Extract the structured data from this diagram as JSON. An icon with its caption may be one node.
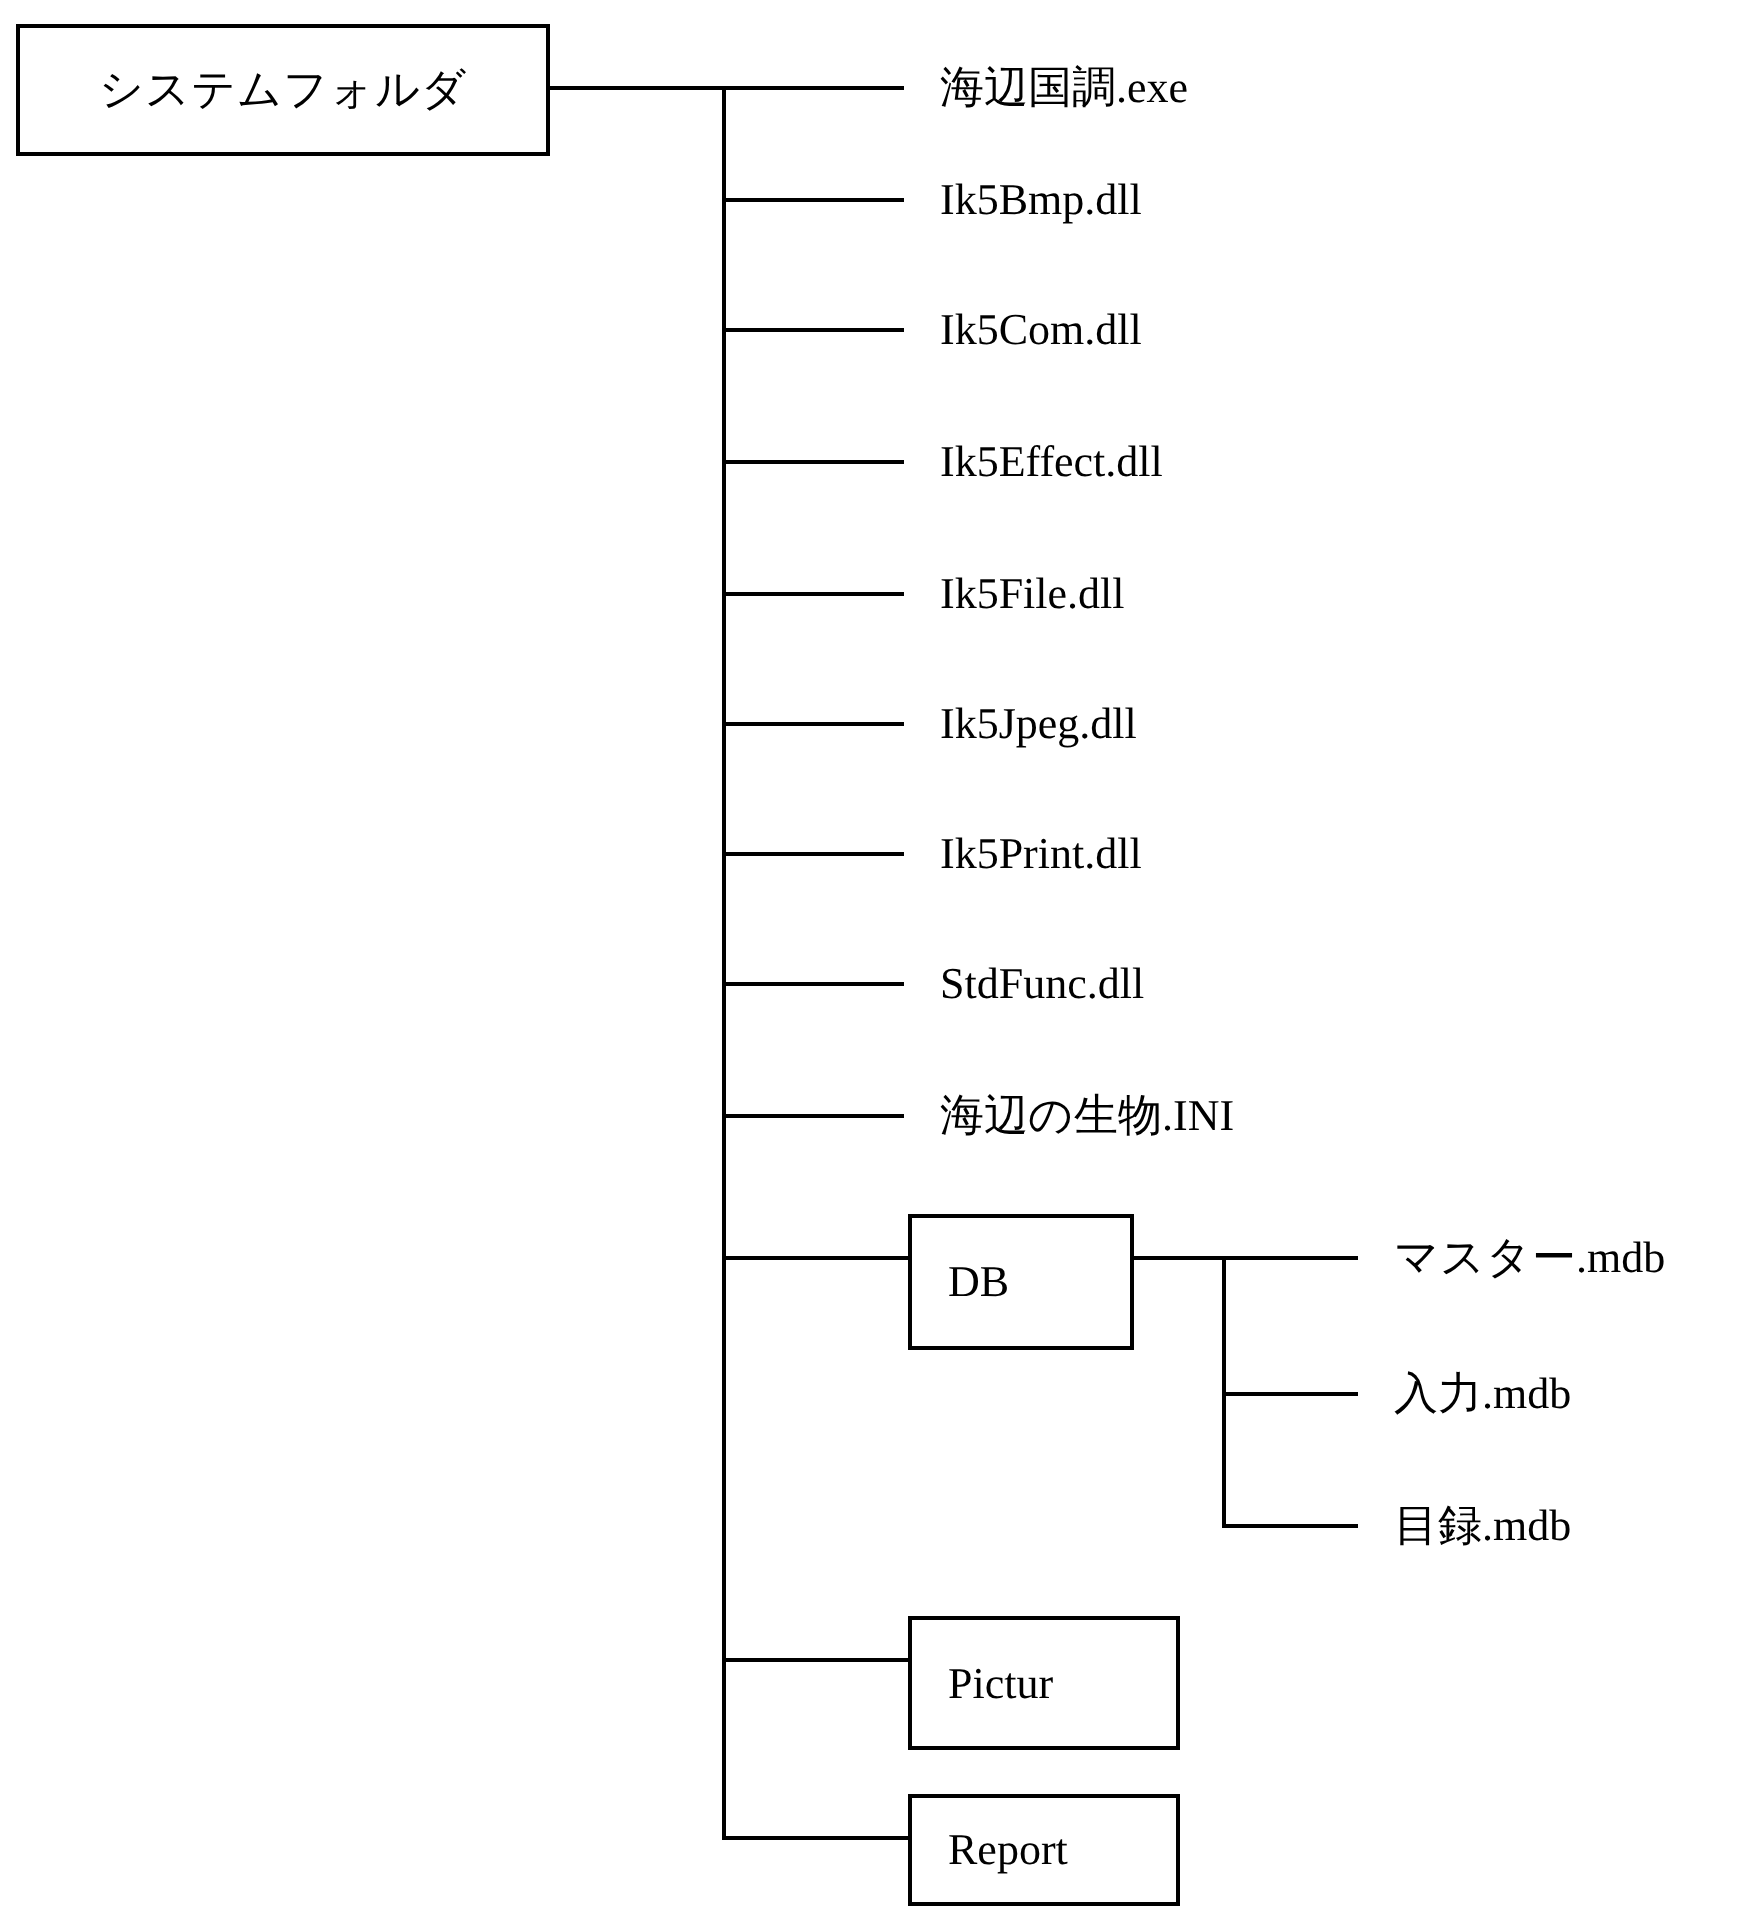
{
  "diagram": {
    "nodes": [
      {
        "text": [
          "システムフォルダ"
        ]
      },
      {
        "text": [
          "海辺国調.exe"
        ]
      },
      {
        "text": [
          "Ik5Bmp.dll"
        ]
      },
      {
        "text": [
          "Ik5Com.dll"
        ]
      },
      {
        "text": [
          "Ik5Effect.dll"
        ]
      },
      {
        "text": [
          "Ik5File.dll"
        ]
      },
      {
        "text": [
          "Ik5Jpeg.dll"
        ]
      },
      {
        "text": [
          "Ik5Print.dll"
        ]
      },
      {
        "text": [
          "StdFunc.dll"
        ]
      },
      {
        "text": [
          "海辺の生物.INI"
        ]
      },
      {
        "text": [
          "DB"
        ]
      },
      {
        "text": [
          "マスター.mdb"
        ]
      },
      {
        "text": [
          "入力.mdb"
        ]
      },
      {
        "text": [
          "目録.mdb"
        ]
      },
      {
        "text": [
          "Pictur"
        ]
      },
      {
        "text": [
          "Report"
        ]
      }
    ],
    "edges": [
      {
        "from": 0,
        "to": 1,
        "arrow": "none"
      },
      {
        "from": 0,
        "to": 2,
        "arrow": "none"
      },
      {
        "from": 0,
        "to": 3,
        "arrow": "none"
      },
      {
        "from": 0,
        "to": 4,
        "arrow": "none"
      },
      {
        "from": 0,
        "to": 5,
        "arrow": "none"
      },
      {
        "from": 0,
        "to": 6,
        "arrow": "none"
      },
      {
        "from": 0,
        "to": 7,
        "arrow": "none"
      },
      {
        "from": 0,
        "to": 8,
        "arrow": "none"
      },
      {
        "from": 0,
        "to": 9,
        "arrow": "none"
      },
      {
        "from": 0,
        "to": 10,
        "arrow": "none"
      },
      {
        "from": 10,
        "to": 11,
        "arrow": "none"
      },
      {
        "from": 10,
        "to": 12,
        "arrow": "none"
      },
      {
        "from": 10,
        "to": 13,
        "arrow": "none"
      },
      {
        "from": 0,
        "to": 14,
        "arrow": "none"
      },
      {
        "from": 0,
        "to": 15,
        "arrow": "none"
      }
    ]
  }
}
